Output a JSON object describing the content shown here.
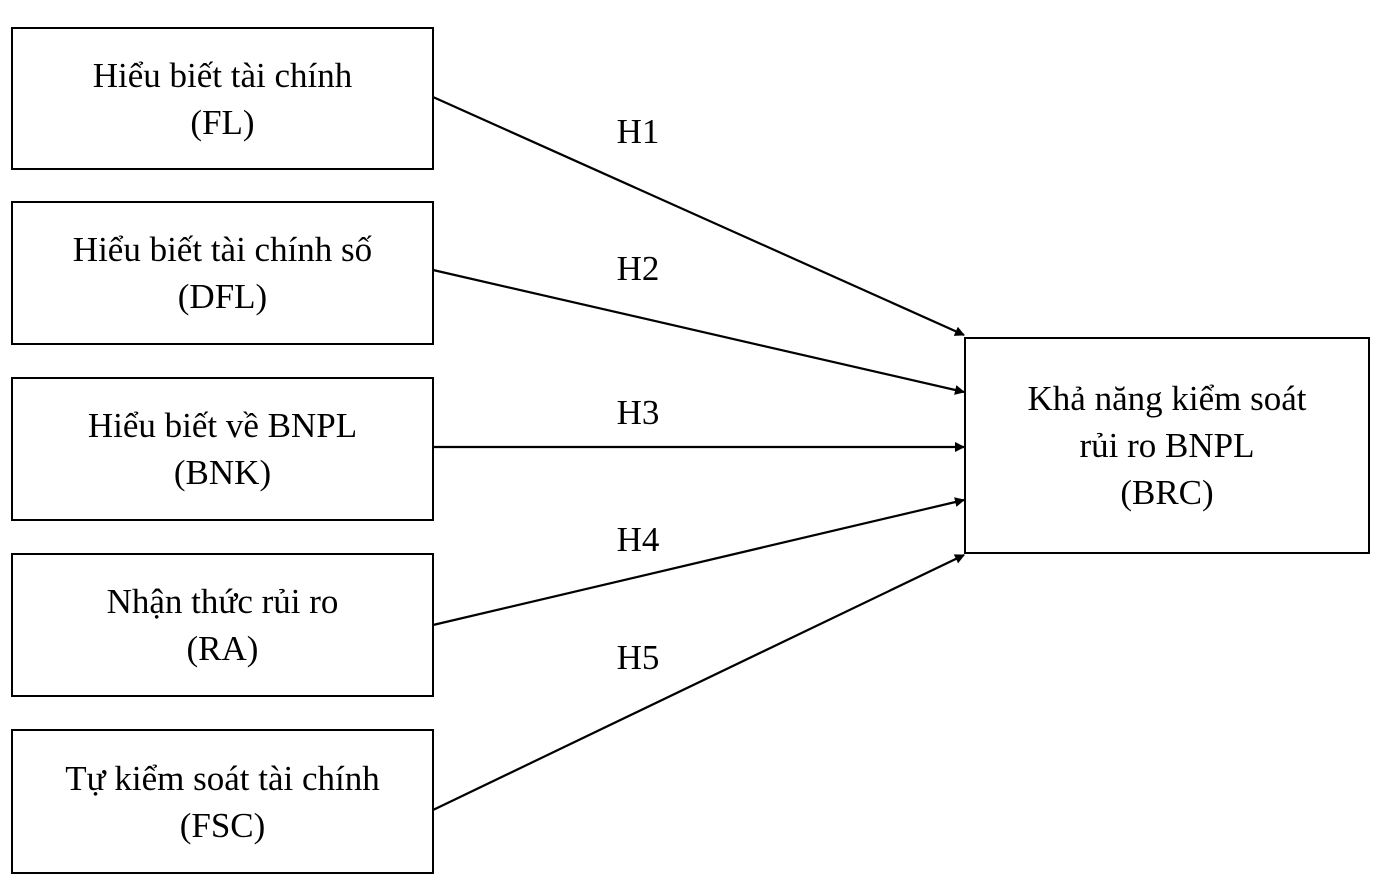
{
  "diagram": {
    "constructs": [
      {
        "id": "FL",
        "name": "Hiểu biết tài chính",
        "code": "(FL)"
      },
      {
        "id": "DFL",
        "name": "Hiểu biết tài chính số",
        "code": "(DFL)"
      },
      {
        "id": "BNK",
        "name": "Hiểu biết về BNPL",
        "code": "(BNK)"
      },
      {
        "id": "RA",
        "name": "Nhận thức rủi ro",
        "code": "(RA)"
      },
      {
        "id": "FSC",
        "name": "Tự kiểm soát tài chính",
        "code": "(FSC)"
      }
    ],
    "outcome": {
      "id": "BRC",
      "line1": "Khả năng kiểm soát",
      "line2": "rủi ro BNPL",
      "code": "(BRC)"
    },
    "hypotheses": [
      {
        "label": "H1",
        "from": "FL",
        "to": "BRC"
      },
      {
        "label": "H2",
        "from": "DFL",
        "to": "BRC"
      },
      {
        "label": "H3",
        "from": "BNK",
        "to": "BRC"
      },
      {
        "label": "H4",
        "from": "RA",
        "to": "BRC"
      },
      {
        "label": "H5",
        "from": "FSC",
        "to": "BRC"
      }
    ]
  }
}
